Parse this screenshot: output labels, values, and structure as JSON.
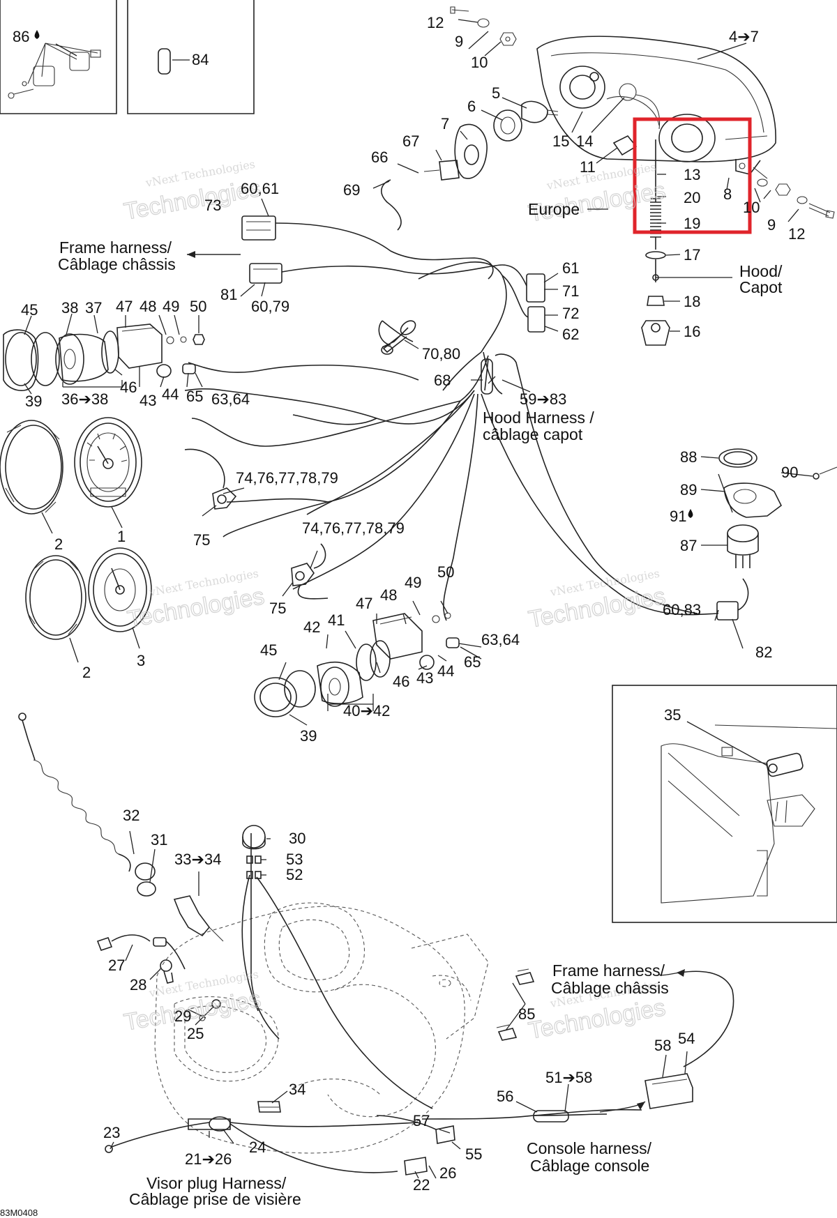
{
  "diagram_code": "83M0408",
  "watermark": {
    "line1": "vNext Technologies",
    "line2": "Technologies"
  },
  "highlight": {
    "color": "#e0242b"
  },
  "callouts": {
    "c86": "86",
    "c84": "84",
    "c12a": "12",
    "c9a": "9",
    "c10a": "10",
    "c4to7": "4➔7",
    "c5": "5",
    "c6": "6",
    "c7": "7",
    "c15": "15",
    "c14": "14",
    "c67": "67",
    "c66": "66",
    "c69": "69",
    "c11": "11",
    "c13": "13",
    "c20": "20",
    "c19": "19",
    "c8": "8",
    "c10b": "10",
    "c9b": "9",
    "c12b": "12",
    "c17": "17",
    "c18": "18",
    "c16": "16",
    "c6061": "60,61",
    "c73": "73",
    "c81": "81",
    "c6079": "60,79",
    "c61": "61",
    "c71": "71",
    "c72": "72",
    "c62": "62",
    "c7080": "70,80",
    "c68": "68",
    "c59to83": "59➔83",
    "c45a": "45",
    "c38": "38",
    "c37": "37",
    "c47a": "47",
    "c48a": "48",
    "c49a": "49",
    "c50a": "50",
    "c39a": "39",
    "c36to38": "36➔38",
    "c46a": "46",
    "c43a": "43",
    "c44a": "44",
    "c65a": "65",
    "c6364a": "63,64",
    "c1": "1",
    "c2a": "2",
    "c2b": "2",
    "c3": "3",
    "c7479a": "74,76,77,78,79",
    "c75a": "75",
    "c7479b": "74,76,77,78,79",
    "c75b": "75",
    "c49b": "49",
    "c50b": "50",
    "c47b": "47",
    "c48b": "48",
    "c42": "42",
    "c41": "41",
    "c45b": "45",
    "c46b": "46",
    "c43b": "43",
    "c44b": "44",
    "c6364b": "63,64",
    "c65b": "65",
    "c39b": "39",
    "c40to42": "40➔42",
    "c88": "88",
    "c90": "90",
    "c89": "89",
    "c91": "91",
    "c87": "87",
    "c6083": "60,83",
    "c82": "82",
    "c35": "35",
    "c32": "32",
    "c31": "31",
    "c33to34": "33➔34",
    "c30": "30",
    "c53": "53",
    "c52": "52",
    "c27": "27",
    "c28": "28",
    "c29": "29",
    "c25": "25",
    "c85": "85",
    "c58": "58",
    "c54": "54",
    "c51to58": "51➔58",
    "c56": "56",
    "c34": "34",
    "c57": "57",
    "c55": "55",
    "c23": "23",
    "c24": "24",
    "c21to26": "21➔26",
    "c22": "22",
    "c26": "26"
  },
  "captions": {
    "europe": "Europe",
    "frame_harness_top_l1": "Frame harness/",
    "frame_harness_top_l2": "Câblage châssis",
    "hood_l1": "Hood/",
    "hood_l2": "Capot",
    "hood_harness_l1": "Hood Harness /",
    "hood_harness_l2": "câblage capot",
    "frame_harness_bot_l1": "Frame harness/",
    "frame_harness_bot_l2": "Câblage châssis",
    "console_harness_l1": "Console harness/",
    "console_harness_l2": "Câblage console",
    "visor_l1": "Visor plug Harness/",
    "visor_l2": "Câblage prise de visière"
  }
}
